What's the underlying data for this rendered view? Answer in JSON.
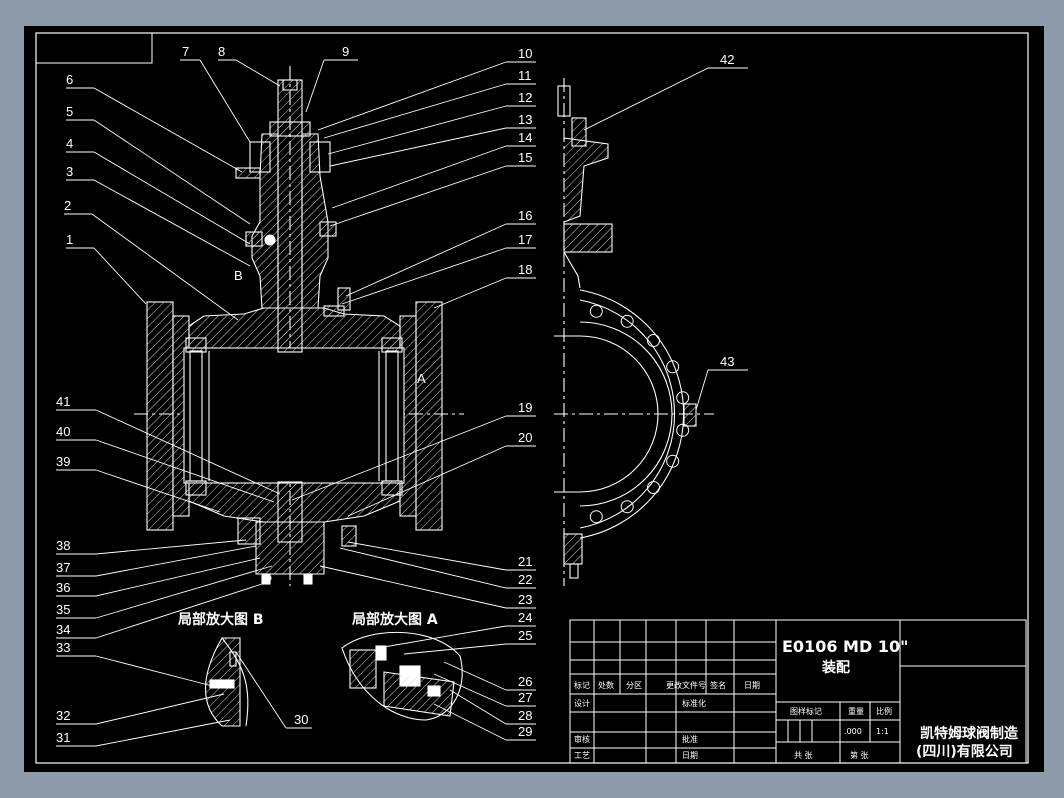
{
  "labels_left": [
    "1",
    "2",
    "3",
    "4",
    "5",
    "6",
    "7",
    "8",
    "9"
  ],
  "labels_right": [
    "10",
    "11",
    "12",
    "13",
    "14",
    "15",
    "16",
    "17",
    "18",
    "19",
    "20",
    "21",
    "22",
    "23",
    "24",
    "25",
    "26",
    "27",
    "28",
    "29"
  ],
  "labels_bottom_left": [
    "30",
    "31",
    "32",
    "33",
    "34",
    "35",
    "36",
    "37",
    "38",
    "39",
    "40",
    "41"
  ],
  "labels_side": [
    "42",
    "43"
  ],
  "section_marks": {
    "a": "A",
    "b": "B"
  },
  "detail_titles": {
    "b": "局部放大图 B",
    "a": "局部放大图 A"
  },
  "title_block": {
    "drawing_no": "E0106 MD 10\"",
    "drawing_name": "装配",
    "company_line1": "凯特姆球阀制造",
    "company_line2": "(四川)有限公司",
    "rev_headers": [
      "标记",
      "处数",
      "分区",
      "更改文件号",
      "签名",
      "日期"
    ],
    "row_design": "设计",
    "row_standard": "标准化",
    "row_review": "审核",
    "row_process": "工艺",
    "row_approve": "批准",
    "row_date": "日期",
    "stage_mark": "图样标记",
    "weight_label": "重量",
    "scale_label": "比例",
    "weight_value": ".000",
    "scale_value": "1:1",
    "sheets_total": "共 张",
    "sheet_no": "第 张"
  },
  "colors": {
    "background": "#000000",
    "frame": "#ffffff",
    "line": "#ffffff",
    "hatch": "#cfcfcf",
    "outer": "#8e9bab"
  }
}
